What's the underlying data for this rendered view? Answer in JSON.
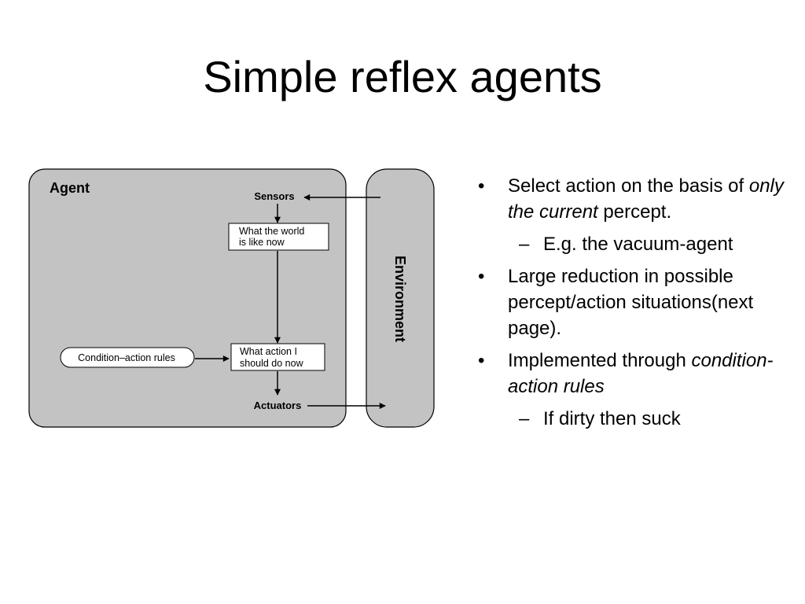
{
  "slide": {
    "title": "Simple reflex agents"
  },
  "diagram": {
    "agent_label": "Agent",
    "environment_label": "Environment",
    "sensors_label": "Sensors",
    "actuators_label": "Actuators",
    "world_box": {
      "line1": "What the world",
      "line2": "is like now"
    },
    "action_box": {
      "line1": "What action I",
      "line2": "should do now"
    },
    "rules_label": "Condition–action rules"
  },
  "bullets": [
    {
      "level": 1,
      "segments": [
        {
          "text": "Select action on the basis of ",
          "italic": false
        },
        {
          "text": "only the current",
          "italic": true
        },
        {
          "text": " percept.",
          "italic": false
        }
      ]
    },
    {
      "level": 2,
      "segments": [
        {
          "text": "E.g. the vacuum-agent",
          "italic": false
        }
      ]
    },
    {
      "level": 1,
      "segments": [
        {
          "text": "Large reduction in possible percept/action situations(next page).",
          "italic": false
        }
      ]
    },
    {
      "level": 1,
      "segments": [
        {
          "text": "Implemented through ",
          "italic": false
        },
        {
          "text": "condition-action rules",
          "italic": true
        }
      ]
    },
    {
      "level": 2,
      "segments": [
        {
          "text": "If dirty then suck",
          "italic": false
        }
      ]
    }
  ]
}
